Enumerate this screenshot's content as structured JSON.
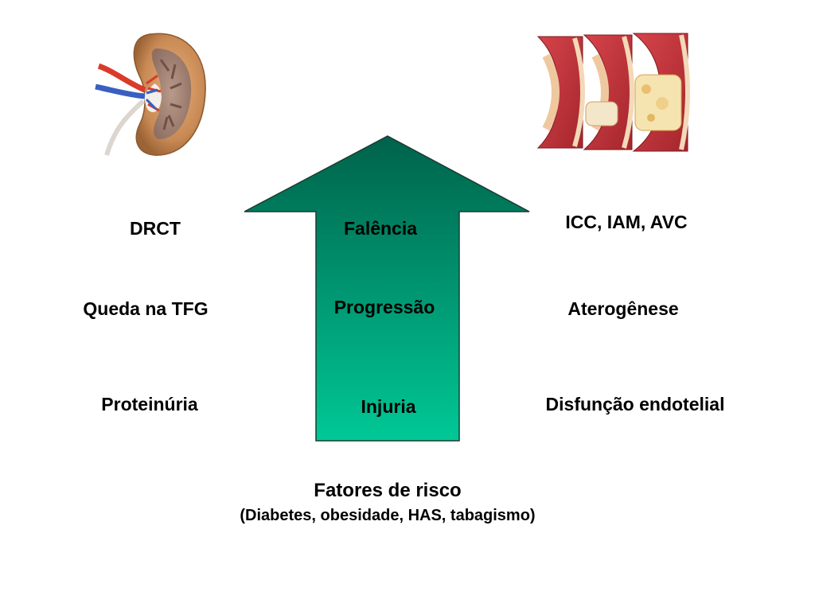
{
  "arrow": {
    "stages": [
      "Falência",
      "Progressão",
      "Injuria"
    ],
    "color_top": "#00624a",
    "color_bottom": "#00c896"
  },
  "left_column": {
    "items": [
      "DRCT",
      "Queda na TFG",
      "Proteinúria"
    ]
  },
  "right_column": {
    "items": [
      "ICC, IAM, AVC",
      "Aterogênese",
      "Disfunção endotelial"
    ]
  },
  "footer": {
    "title": "Fatores de risco",
    "subtitle": "(Diabetes, obesidade, HAS, tabagismo)"
  },
  "images": {
    "left": "kidney-illustration",
    "right": "artery-atherosclerosis-illustration"
  }
}
